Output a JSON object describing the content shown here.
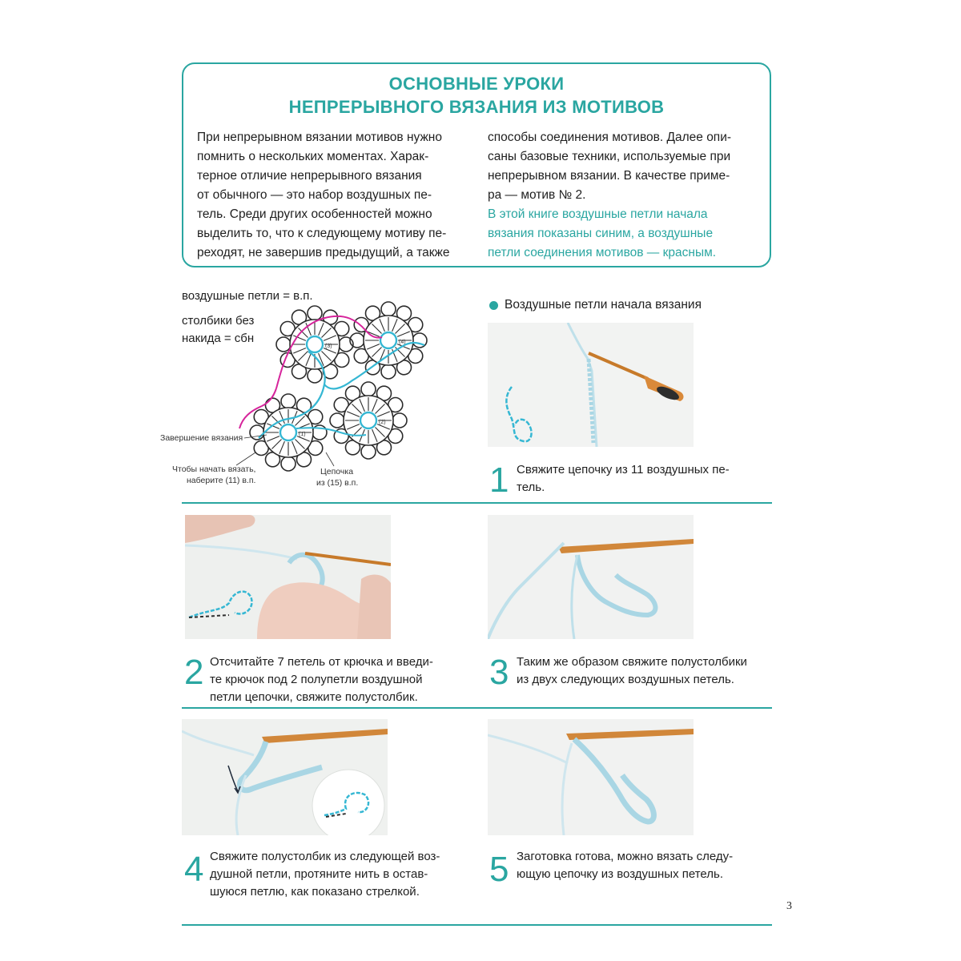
{
  "title": {
    "line1": "ОСНОВНЫЕ УРОКИ",
    "line2": "НЕПРЕРЫВНОГО ВЯЗАНИЯ ИЗ МОТИВОВ"
  },
  "intro": {
    "col1_lines": [
      "При непрерывном вязании мотивов нужно",
      "помнить о нескольких моментах. Харак-",
      "терное отличие непрерывного вязания",
      "от обычного — это набор воздушных пе-",
      "тель. Среди других особенностей можно",
      "выделить то, что к следующему мотиву пе-",
      "реходят, не завершив предыдущий, а также"
    ],
    "col2_lines": [
      "способы соединения мотивов. Далее опи-",
      "саны базовые техники, используемые при",
      "непрерывном вязании. В качестве приме-",
      "ра — мотив № 2."
    ],
    "col2_highlight_lines": [
      "В этой книге воздушные петли начала",
      "вязания показаны синим, а воздушные",
      "петли соединения мотивов — красным."
    ]
  },
  "legend": {
    "chain": "воздушные петли = в.п.",
    "sc_line1": "столбики без",
    "sc_line2": "накида = сбн"
  },
  "diagram_labels": {
    "finish": "Завершение вязания",
    "start_line1": "Чтобы начать вязать,",
    "start_line2": "наберите (11) в.п.",
    "chain_line1": "Цепочка",
    "chain_line2": "из (15) в.п.",
    "motif_numbers": [
      "(1)",
      "(2)",
      "(3)",
      "(4)"
    ]
  },
  "start_heading": "Воздушные петли начала вязания",
  "steps": [
    {
      "num": "1",
      "lines": [
        "Свяжите цепочку из 11 воздушных пе-",
        "тель."
      ]
    },
    {
      "num": "2",
      "lines": [
        "Отсчитайте 7 петель от крючка и введи-",
        "те крючок под 2 полупетли воздушной",
        "петли цепочки, свяжите полустолбик."
      ]
    },
    {
      "num": "3",
      "lines": [
        "Таким же образом свяжите полустолбики",
        "из двух следующих воздушных петель."
      ]
    },
    {
      "num": "4",
      "lines": [
        "Свяжите полустолбик из следующей воз-",
        "душной петли, протяните нить в остав-",
        "шуюся петлю, как показано стрелкой."
      ]
    },
    {
      "num": "5",
      "lines": [
        "Заготовка готова, можно вязать следу-",
        "ющую цепочку из воздушных петель."
      ]
    }
  ],
  "page_number": "3",
  "colors": {
    "accent": "#2aa6a1",
    "yarn_blue": "#35b7d3",
    "join_magenta": "#d6249b",
    "chart_dark": "#2b2b2b",
    "hook_orange": "#c77a2a"
  }
}
